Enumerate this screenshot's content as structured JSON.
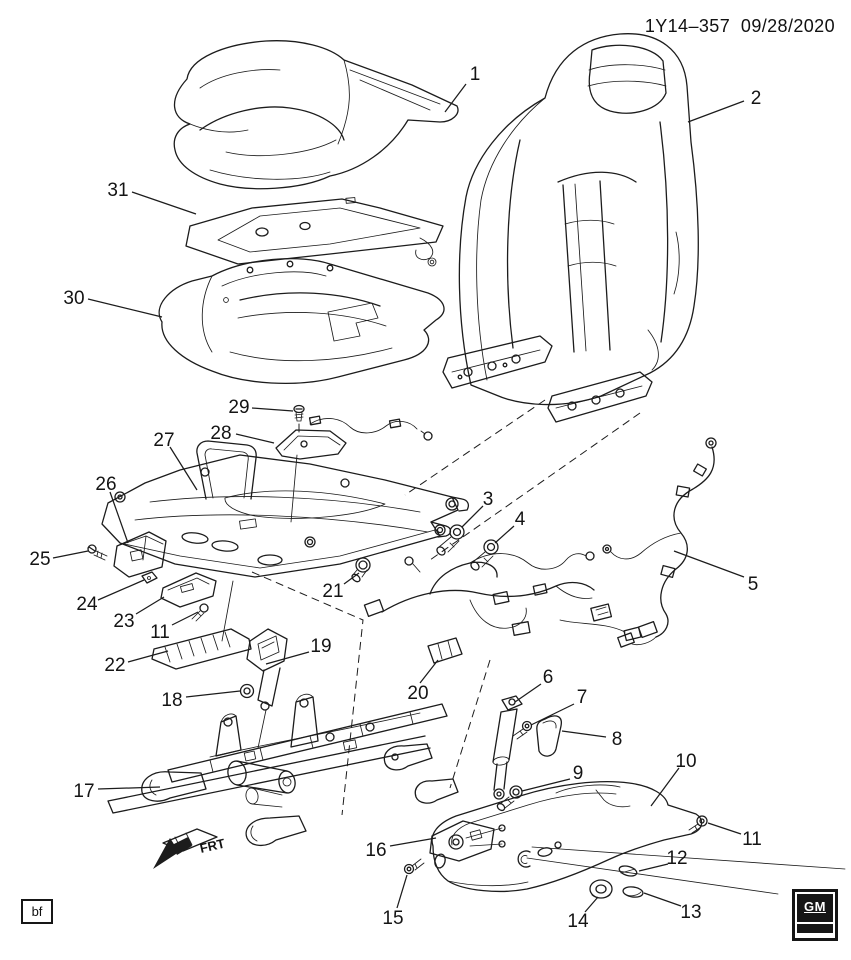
{
  "header": {
    "title": "1Y14–357  09/28/2020"
  },
  "footer": {
    "page_code": "bf",
    "gm_logo": "GM"
  },
  "orientation": {
    "frt_label": "FRT"
  },
  "callouts": [
    {
      "num": "1"
    },
    {
      "num": "2"
    },
    {
      "num": "31"
    },
    {
      "num": "30"
    },
    {
      "num": "29"
    },
    {
      "num": "28"
    },
    {
      "num": "27"
    },
    {
      "num": "26"
    },
    {
      "num": "25"
    },
    {
      "num": "24"
    },
    {
      "num": "23"
    },
    {
      "num": "11"
    },
    {
      "num": "22"
    },
    {
      "num": "18"
    },
    {
      "num": "19"
    },
    {
      "num": "21"
    },
    {
      "num": "3"
    },
    {
      "num": "4"
    },
    {
      "num": "5"
    },
    {
      "num": "20"
    },
    {
      "num": "6"
    },
    {
      "num": "7"
    },
    {
      "num": "8"
    },
    {
      "num": "9"
    },
    {
      "num": "10"
    },
    {
      "num": "17"
    },
    {
      "num": "16"
    },
    {
      "num": "15"
    },
    {
      "num": "14"
    },
    {
      "num": "13"
    },
    {
      "num": "12"
    },
    {
      "num": "11"
    }
  ]
}
